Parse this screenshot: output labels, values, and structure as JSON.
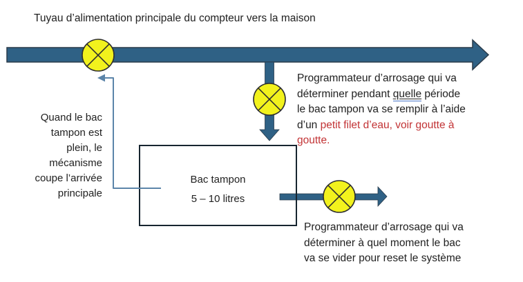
{
  "colors": {
    "pipe_fill": "#2F6185",
    "pipe_stroke": "#2A3B4A",
    "valve_fill": "#F2F21D",
    "valve_stroke": "#2F2F2F",
    "connector": "#5B84A9",
    "box_border": "#16242F",
    "text": "#212121",
    "red_text": "#C23335",
    "grammar_underline": "#4472C4"
  },
  "title": "Tuyau d’alimentation principale du compteur vers la maison",
  "right_note": {
    "part1": "Programmateur d’arrosage qui va\ndéterminer pendant ",
    "underlined_word": "quelle",
    "part2": " période\nle bac tampon va se remplir à l’aide\nd’un ",
    "red_part": "petit filet d’eau, voir goutte à\ngoutte."
  },
  "left_note": {
    "text": "Quand le bac\ntampon est\nplein, le\nmécanisme\ncoupe l’arrivée\nprincipale"
  },
  "tank": {
    "label": "Bac tampon",
    "capacity": "5 – 10 litres"
  },
  "bottom_note": {
    "text": "Programmateur d’arrosage qui va\ndéterminer à quel moment le bac\nva se vider pour reset le système"
  },
  "icons": {
    "valve": "circled-x-valve"
  }
}
